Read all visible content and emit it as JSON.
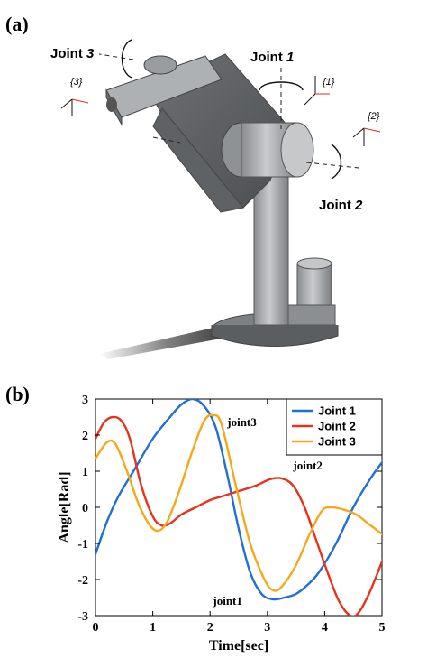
{
  "panel_a": {
    "label": "(a)",
    "joint_labels": [
      {
        "prefix": "Joint ",
        "num": "3"
      },
      {
        "prefix": "Joint ",
        "num": "1"
      },
      {
        "prefix": "Joint ",
        "num": "2"
      }
    ],
    "frame_labels": [
      "{3}",
      "{1}",
      "{2}"
    ]
  },
  "panel_b": {
    "label": "(b)"
  },
  "chart_data": {
    "type": "line",
    "title": "",
    "xlabel": "Time[sec]",
    "ylabel": "Angle[Rad]",
    "xlim": [
      0,
      5
    ],
    "ylim": [
      -3,
      3
    ],
    "xticks": [
      0,
      1,
      2,
      3,
      4,
      5
    ],
    "yticks": [
      -3,
      -2,
      -1,
      0,
      1,
      2,
      3
    ],
    "grid": false,
    "legend_position": "top-right",
    "series": [
      {
        "name": "Joint 1",
        "color": "#1f6fd6",
        "x": [
          0,
          0.2,
          0.4,
          0.7,
          1.0,
          1.3,
          1.5,
          1.7,
          1.9,
          2.1,
          2.3,
          2.5,
          2.7,
          2.9,
          3.1,
          3.3,
          3.5,
          3.7,
          3.9,
          4.2,
          4.5,
          4.8,
          5.05
        ],
        "y": [
          -1.3,
          -0.4,
          0.3,
          1.1,
          1.9,
          2.5,
          2.85,
          3.0,
          2.8,
          2.2,
          0.9,
          -0.6,
          -1.8,
          -2.4,
          -2.55,
          -2.5,
          -2.4,
          -2.15,
          -1.8,
          -1.0,
          0.0,
          0.8,
          1.35
        ]
      },
      {
        "name": "Joint 2",
        "color": "#e8321e",
        "x": [
          0,
          0.15,
          0.3,
          0.45,
          0.6,
          0.8,
          1.0,
          1.15,
          1.3,
          1.5,
          1.75,
          2.0,
          2.2,
          2.5,
          2.8,
          3.05,
          3.25,
          3.45,
          3.65,
          3.85,
          4.05,
          4.25,
          4.45,
          4.6,
          4.8,
          5.05
        ],
        "y": [
          1.9,
          2.35,
          2.5,
          2.4,
          1.9,
          0.6,
          -0.25,
          -0.5,
          -0.45,
          -0.2,
          0.0,
          0.2,
          0.3,
          0.45,
          0.6,
          0.78,
          0.8,
          0.6,
          0.0,
          -0.9,
          -1.8,
          -2.6,
          -3.0,
          -2.9,
          -2.3,
          -1.3
        ]
      },
      {
        "name": "Joint 3",
        "color": "#f5a91a",
        "x": [
          0,
          0.2,
          0.35,
          0.55,
          0.75,
          0.95,
          1.1,
          1.25,
          1.45,
          1.7,
          1.9,
          2.05,
          2.2,
          2.45,
          2.7,
          2.95,
          3.1,
          3.25,
          3.5,
          3.75,
          3.95,
          4.1,
          4.3,
          4.55,
          4.8,
          5.05
        ],
        "y": [
          1.35,
          1.8,
          1.75,
          1.0,
          0.1,
          -0.5,
          -0.65,
          -0.4,
          0.4,
          1.6,
          2.4,
          2.55,
          2.3,
          0.6,
          -1.0,
          -2.0,
          -2.3,
          -2.2,
          -1.6,
          -0.7,
          -0.1,
          0.0,
          -0.05,
          -0.2,
          -0.5,
          -0.8
        ]
      }
    ],
    "annotations": [
      {
        "text": "joint3",
        "x": 2.3,
        "y": 2.25
      },
      {
        "text": "joint2",
        "x": 3.45,
        "y": 1.05
      },
      {
        "text": "joint1",
        "x": 2.05,
        "y": -2.7
      }
    ]
  }
}
